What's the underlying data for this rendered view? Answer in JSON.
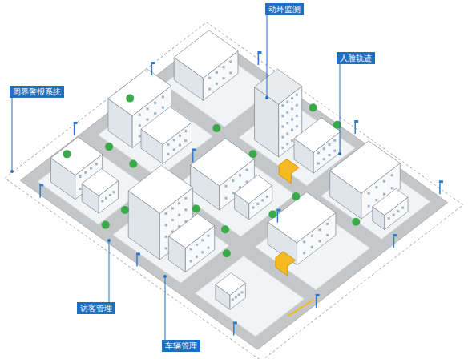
{
  "diagram": {
    "nodes": [
      {
        "text": [
          "动环监测"
        ]
      },
      {
        "text": [
          "人脸轨迹"
        ]
      },
      {
        "text": [
          "周界警报系统"
        ]
      },
      {
        "text": [
          "访客管理"
        ]
      },
      {
        "text": [
          "车辆管理"
        ]
      }
    ]
  }
}
